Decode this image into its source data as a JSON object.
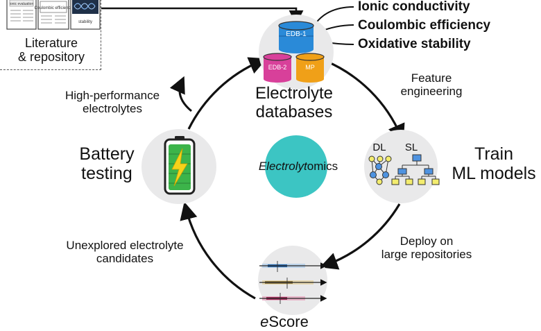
{
  "literature": {
    "label_line1": "Literature",
    "label_line2": "& repository",
    "thumbnail_1_text": "ionic evaluation",
    "thumbnail_2_text": "Coulombic efficiency",
    "thumbnail_3_text": "stability"
  },
  "properties": [
    "Ionic conductivity",
    "Coulombic efficiency",
    "Oxidative stability"
  ],
  "databases": {
    "label_line1": "Electrolyte",
    "label_line2": "databases",
    "cylinders": [
      "EDB-1",
      "EDB-2",
      "MP"
    ]
  },
  "feature_engineering": {
    "line1": "Feature",
    "line2": "engineering"
  },
  "train": {
    "line1": "Train",
    "line2": "ML models",
    "dl_label": "DL",
    "sl_label": "SL"
  },
  "deploy": {
    "line1": "Deploy on",
    "line2": "large repositories"
  },
  "escore": {
    "prefix": "e",
    "suffix": "Score"
  },
  "unexplored": {
    "line1": "Unexplored electrolyte",
    "line2": "candidates"
  },
  "battery": {
    "line1": "Battery",
    "line2": "testing"
  },
  "high_performance": {
    "line1": "High-performance",
    "line2": "electrolytes"
  },
  "center": {
    "italic_part": "Electrolyt",
    "rest": "omics"
  },
  "colors": {
    "center_circle": "#3cc5c3",
    "db_blue": "#2a8ad8",
    "db_pink": "#d8409a",
    "db_orange": "#f0a018",
    "battery_green": "#3cb44a",
    "bolt": "#f6d21a",
    "node_yellow": "#f3ec6e",
    "node_blue": "#4f93e0",
    "arrow": "#111111"
  }
}
